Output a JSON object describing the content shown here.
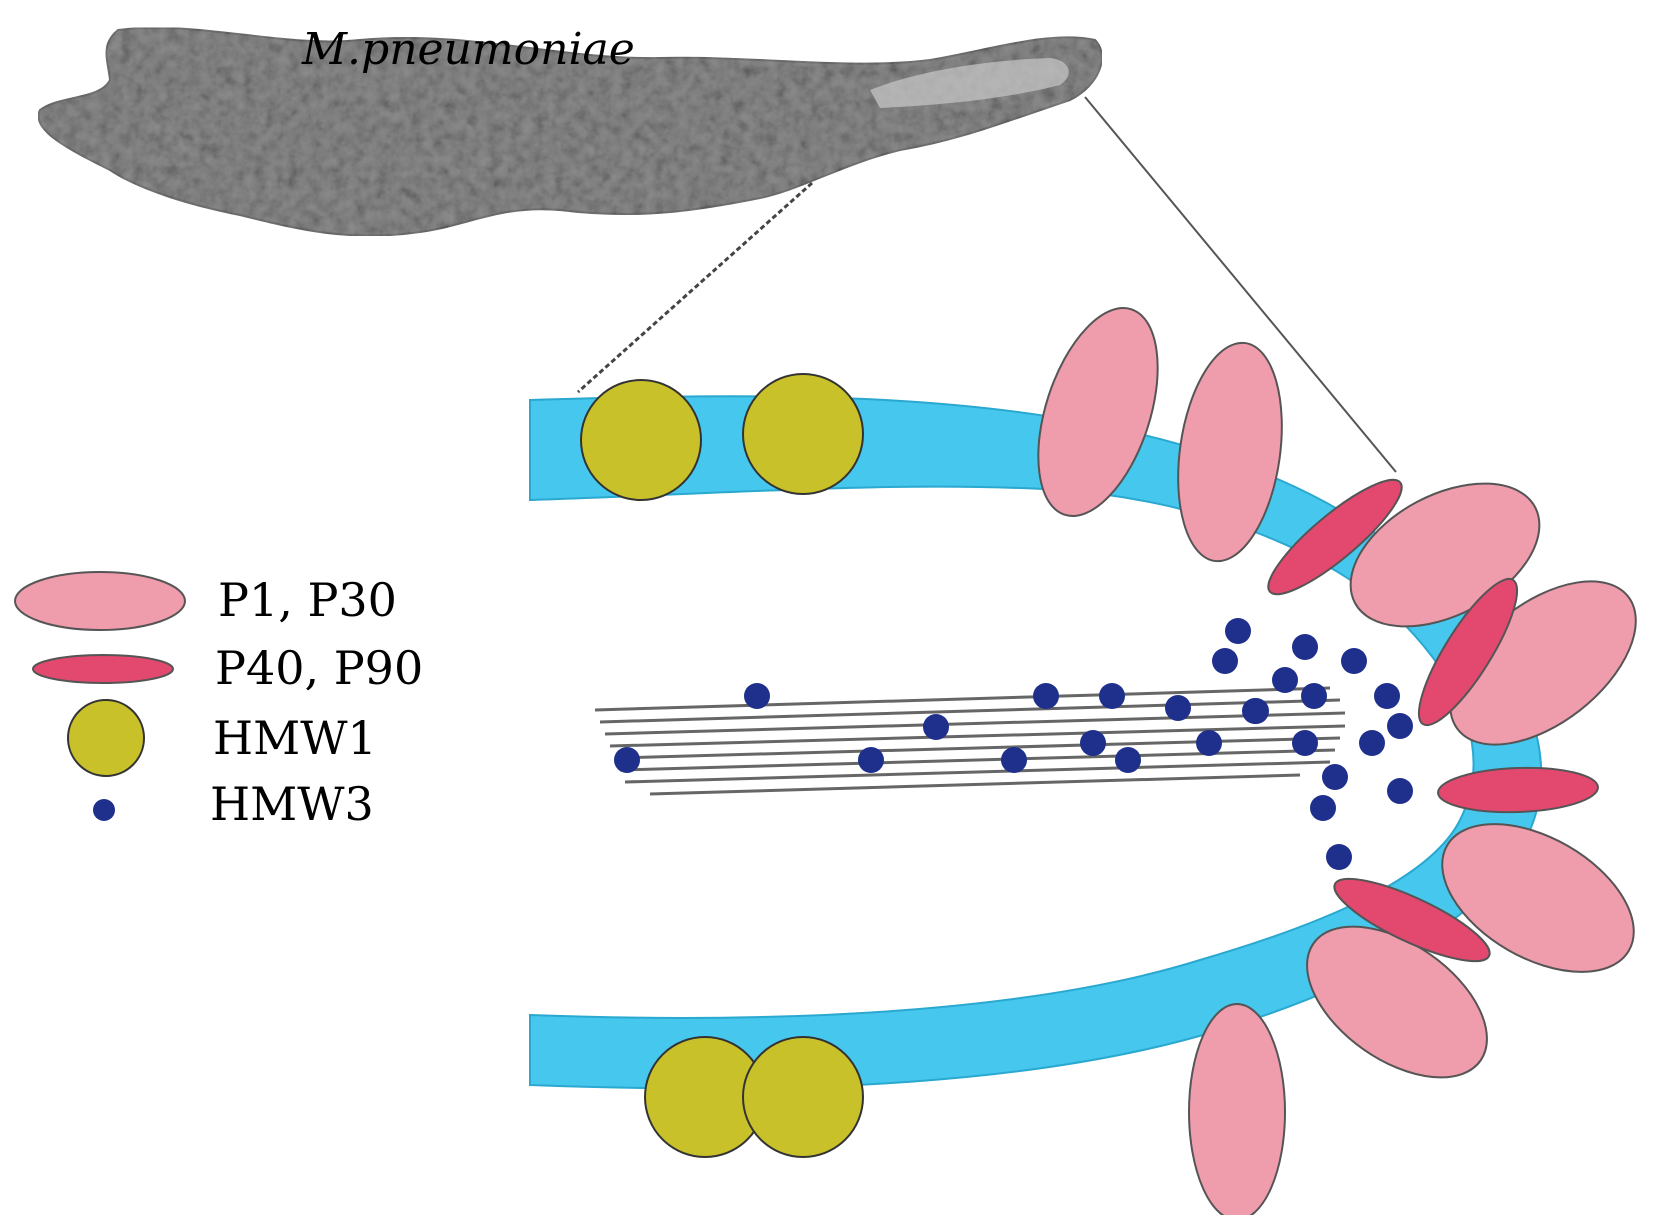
{
  "title": "M.pneumoniae",
  "colors": {
    "membrane": "#45c7ee",
    "p1": "#ef9cad",
    "p40": "#e3486f",
    "hmw1": "#c8c12a",
    "hmw3": "#1f2f8c",
    "cell": "#8a8a8a"
  },
  "legend": [
    {
      "label": "P1, P30",
      "icon": "pink-ellipse"
    },
    {
      "label": "P40, P90",
      "icon": "red-ellipse"
    },
    {
      "label": "HMW1",
      "icon": "yellow-circle"
    },
    {
      "label": "HMW3",
      "icon": "blue-dot"
    }
  ]
}
